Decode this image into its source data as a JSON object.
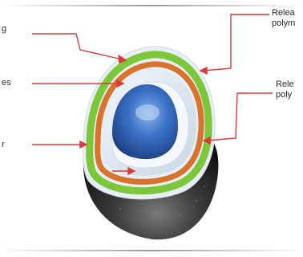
{
  "labels": {
    "left_1": "g",
    "left_2": "es",
    "left_3": "r",
    "right_1_line1": "Relea",
    "right_1_line2": "polym",
    "right_2_line1": "Rele",
    "right_2_line2": "poly"
  },
  "colors": {
    "leader_line": "#d93a3a",
    "arrowhead": "#d93a3a",
    "outer_shell": "#2b2b2b",
    "green_layer": "#7cc63a",
    "orange_layer": "#d9722a",
    "light_layer": "#dde7f1",
    "core": "#2f66b8"
  }
}
